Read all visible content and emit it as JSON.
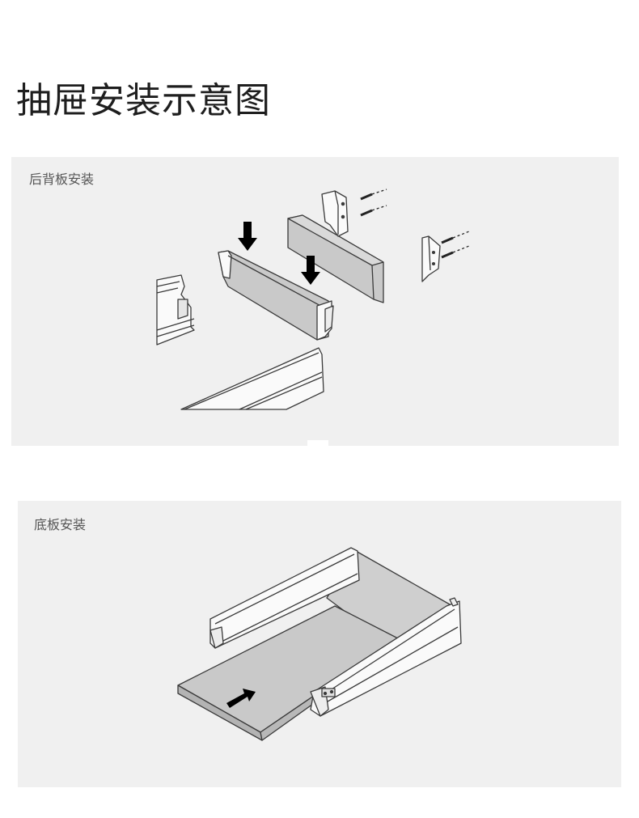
{
  "page": {
    "title": "抽屉安装示意图"
  },
  "steps": [
    {
      "label": "后背板安装"
    },
    {
      "label": "底板安装"
    }
  ],
  "colors": {
    "background": "#ffffff",
    "panel": "#f0f0f0",
    "board_gray": "#c9c9c9",
    "arrow": "#000000",
    "outline": "#3a3a3a"
  }
}
